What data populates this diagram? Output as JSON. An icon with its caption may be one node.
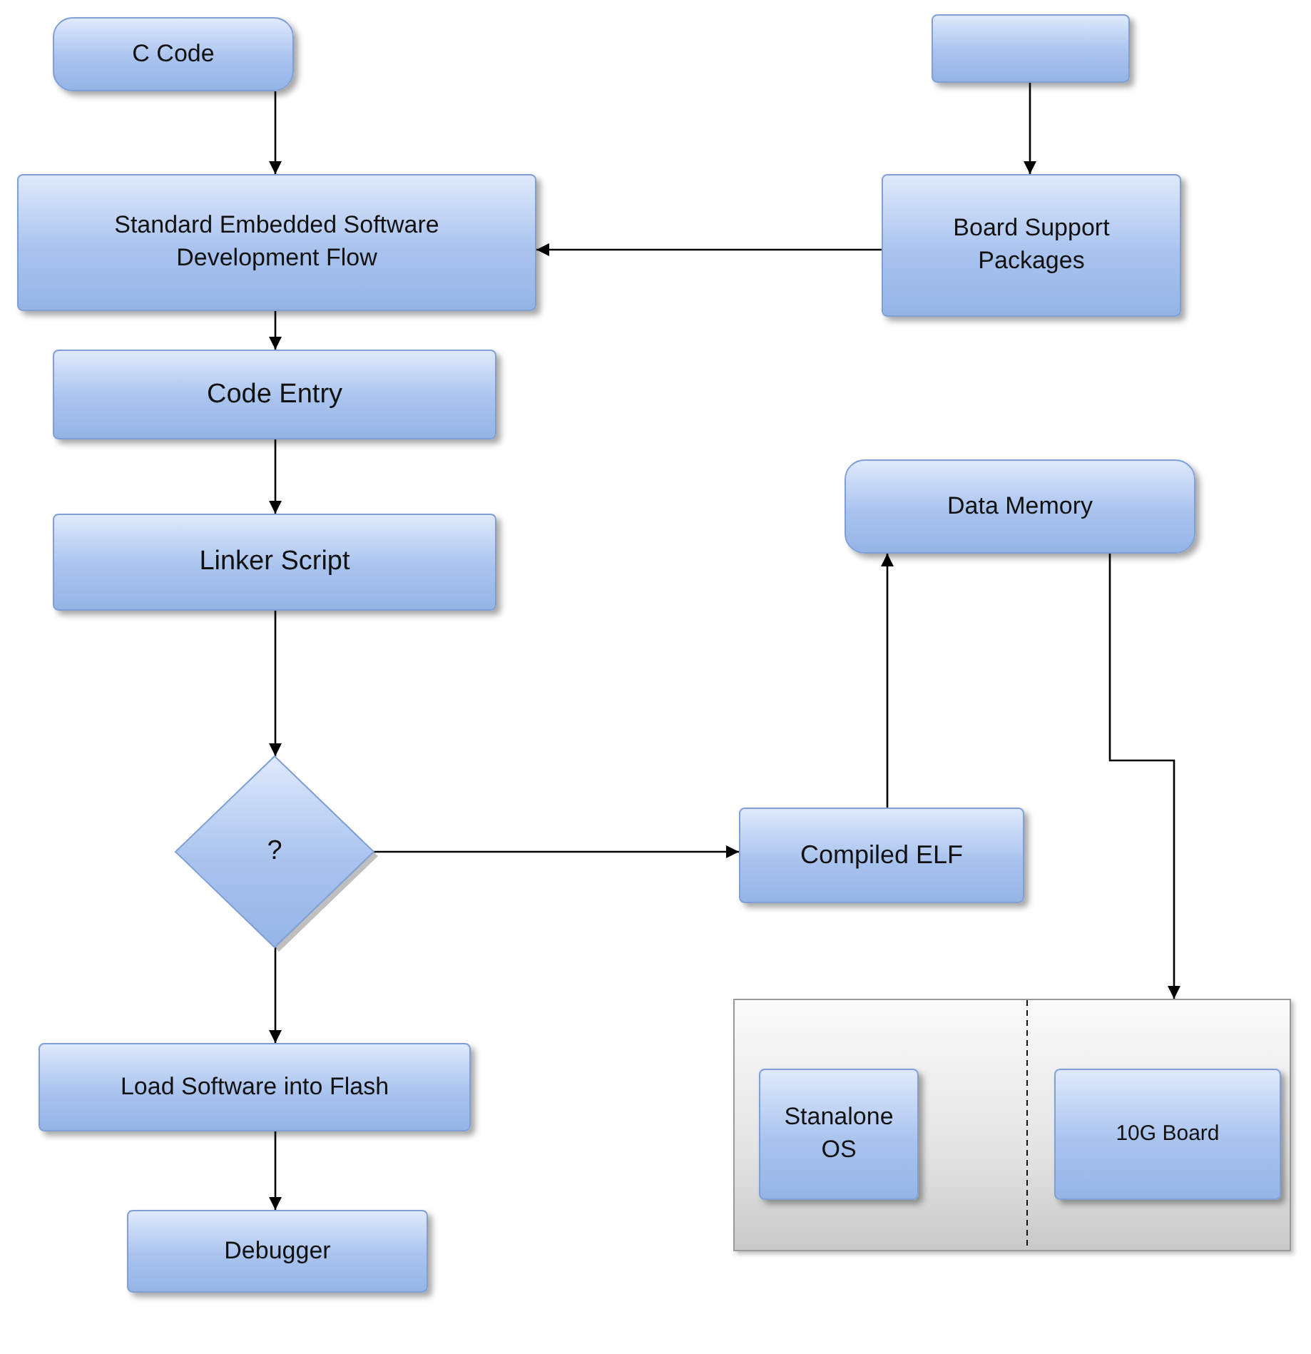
{
  "diagram": {
    "nodes": [
      {
        "text": [
          "C Code"
        ]
      },
      {
        "text": [],
        "shape": "box"
      },
      {
        "text": [
          "Standard Embedded Software Development Flow"
        ]
      },
      {
        "text": [
          "Board Support Packages"
        ]
      },
      {
        "text": [
          "Code Entry"
        ]
      },
      {
        "text": [
          "Data Memory"
        ]
      },
      {
        "text": [
          "Linker Script"
        ]
      },
      {
        "text": [
          "?"
        ]
      },
      {
        "text": [
          "Compiled ELF"
        ]
      },
      {
        "text": [],
        "shape": "box"
      },
      {
        "text": [
          "Stanalone OS"
        ],
        "in": 9
      },
      {
        "text": [
          "10G Board"
        ],
        "in": 9
      },
      {
        "text": [
          "Load Software into Flash"
        ]
      },
      {
        "text": [
          "Debugger"
        ]
      }
    ],
    "edges": [
      {
        "from": 0,
        "to": 2,
        "arrow": "to"
      },
      {
        "from": 1,
        "to": 3,
        "arrow": "to"
      },
      {
        "from": 3,
        "to": 2,
        "arrow": "to"
      },
      {
        "from": 2,
        "to": 4,
        "arrow": "to"
      },
      {
        "from": 4,
        "to": 6,
        "arrow": "to"
      },
      {
        "from": 6,
        "to": 7,
        "arrow": "to"
      },
      {
        "from": 7,
        "to": 8,
        "arrow": "to"
      },
      {
        "from": 8,
        "to": 5,
        "arrow": "to"
      },
      {
        "from": 5,
        "to": 9,
        "arrow": "to"
      },
      {
        "from": 7,
        "to": 12,
        "arrow": "to"
      },
      {
        "from": 12,
        "to": 13,
        "arrow": "to"
      }
    ]
  }
}
